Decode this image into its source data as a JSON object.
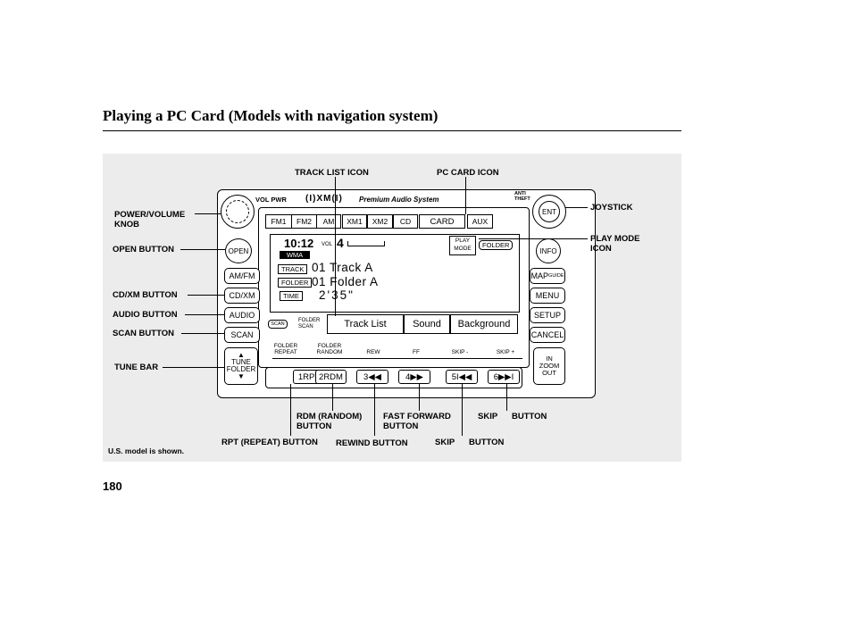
{
  "page": {
    "title": "Playing a PC Card (Models with navigation system)",
    "number": "180"
  },
  "figure_note": "U.S. model is shown.",
  "callouts": {
    "track_list_icon": "TRACK LIST ICON",
    "pc_card_icon": "PC CARD ICON",
    "power_volume_knob": "POWER/VOLUME KNOB",
    "joystick": "JOYSTICK",
    "open_button": "OPEN BUTTON",
    "play_mode_icon": "PLAY MODE ICON",
    "cd_xm_button": "CD/XM BUTTON",
    "audio_button": "AUDIO BUTTON",
    "scan_button": "SCAN BUTTON",
    "tune_bar": "TUNE BAR",
    "rdm_button": "RDM (RANDOM) BUTTON",
    "fast_forward_button": "FAST FORWARD BUTTON",
    "skip_1": "SKIP",
    "button_1": "BUTTON",
    "rpt_button": "RPT (REPEAT) BUTTON",
    "rewind_button": "REWIND BUTTON",
    "skip_2": "SKIP",
    "button_2": "BUTTON"
  },
  "unit": {
    "vol_pwr": "VOL PWR",
    "brand": "Premium Audio System",
    "anti_theft": "ANTI THEFT",
    "bands": [
      "FM1",
      "FM2",
      "AM",
      "XM1",
      "XM2",
      "CD",
      "CARD",
      "AUX"
    ],
    "left_buttons": {
      "open": "OPEN",
      "am_fm": "AM/FM",
      "cd_xm": "CD/XM",
      "audio": "AUDIO",
      "scan": "SCAN",
      "tune": "TUNE",
      "folder": "FOLDER"
    },
    "right_buttons": {
      "ent": "ENT",
      "info": "INFO",
      "map": "MAP",
      "guide": "GUIDE",
      "menu": "MENU",
      "setup": "SETUP",
      "cancel": "CANCEL",
      "in": "IN",
      "zoom": "ZOOM",
      "out": "OUT"
    },
    "screen": {
      "clock": "10:12",
      "vol_label": "VOL",
      "vol_value": "4",
      "format": "WMA",
      "play_mode_line1": "PLAY",
      "play_mode_line2": "MODE",
      "folder_tag": "FOLDER",
      "track_tag": "TRACK",
      "track_value": "01 Track A",
      "folder_value": "01 Folder A",
      "time_tag": "TIME",
      "time_value": "2'35\""
    },
    "scan_small": "SCAN",
    "folder_scan": "FOLDER SCAN",
    "softkeys": [
      "Track List",
      "Sound",
      "Background"
    ],
    "function_labels": [
      "FOLDER REPEAT",
      "FOLDER RANDOM",
      "REW",
      "FF",
      "SKIP -",
      "SKIP +"
    ],
    "presets": [
      "1RPT",
      "2RDM",
      "3◀◀",
      "4▶▶",
      "5I◀◀",
      "6▶▶I"
    ]
  }
}
